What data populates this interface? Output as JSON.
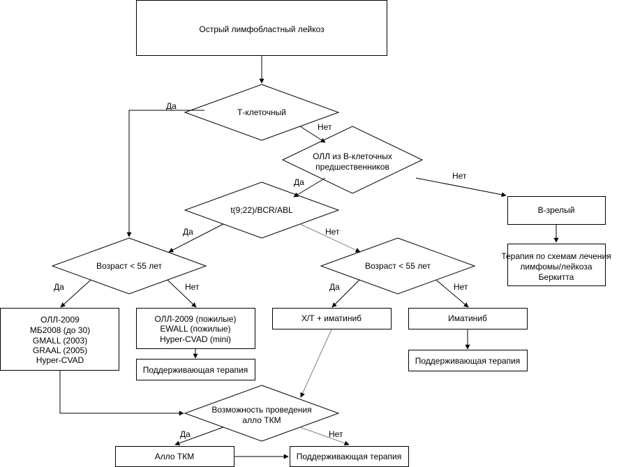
{
  "nodes": {
    "all": [
      "Острый лимфобластный лейкоз"
    ],
    "t_cell": [
      "Т-клеточный"
    ],
    "b_precursor": [
      "ОЛЛ из В-клеточных",
      "предшественников"
    ],
    "b_mature": [
      "В-зрелый"
    ],
    "burkitt_therapy": [
      "Терапия по схемам лечения",
      "лимфомы/лейкоза",
      "Беркитта"
    ],
    "ph_status": [
      "t(9;22)/BCR/ABL"
    ],
    "age_left": [
      "Возраст < 55 лет"
    ],
    "age_right": [
      "Возраст < 55 лет"
    ],
    "protocols_young": [
      "ОЛЛ-2009",
      "МБ2008 (до 30)",
      "GMALL (2003)",
      "GRAAL (2005)",
      "Hyper-CVAD"
    ],
    "protocols_elderly": [
      "ОЛЛ-2009 (пожилые)",
      "EWALL (пожилые)",
      "Hyper-CVAD (mini)"
    ],
    "maint_elderly": [
      "Поддерживающая терапия"
    ],
    "chemo_imatinib": [
      "Х/Т + иматиниб"
    ],
    "imatinib": [
      "Иматиниб"
    ],
    "maint_imatinib": [
      "Поддерживающая терапия"
    ],
    "allo_possible": [
      "Возможность проведения",
      "алло ТКМ"
    ],
    "allo_tkm": [
      "Алло ТКМ"
    ],
    "maint_final": [
      "Поддерживающая терапия"
    ]
  },
  "edge_labels": {
    "t_yes": "Да",
    "t_no": "Нет",
    "b_yes": "Да",
    "b_no": "Нет",
    "ph_yes": "Да",
    "ph_no": "Нет",
    "age_left_yes": "Да",
    "age_left_no": "Нет",
    "age_right_yes": "Да",
    "age_right_no": "Нет",
    "allo_yes": "Да",
    "allo_no": "Нет"
  },
  "colors": {
    "stroke": "#000000",
    "secondary_stroke": "#808080",
    "fill": "#ffffff"
  }
}
